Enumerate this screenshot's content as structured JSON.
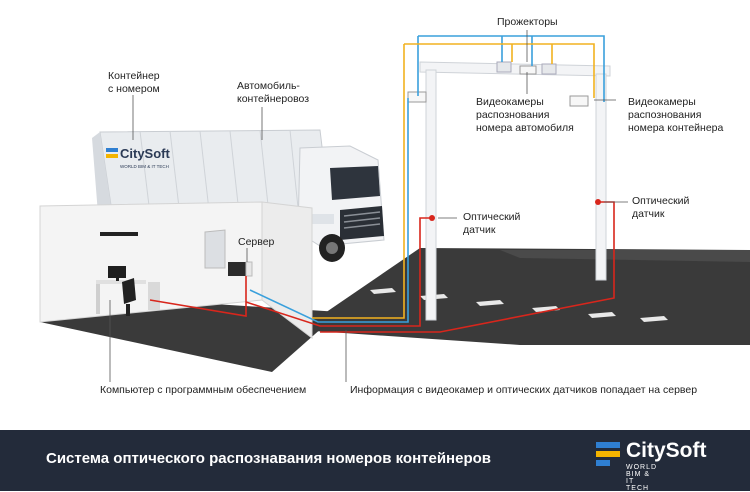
{
  "labels": {
    "container_1": "Контейнер",
    "container_2": "с номером",
    "truck_1": "Автомобиль-",
    "truck_2": "контейнеровоз",
    "projectors": "Прожекторы",
    "cam_car_1": "Видеокамеры",
    "cam_car_2": "распознования",
    "cam_car_3": "номера автомобиля",
    "cam_cont_1": "Видеокамеры",
    "cam_cont_2": "распознования",
    "cam_cont_3": "номера контейнера",
    "sensor_left_1": "Оптический",
    "sensor_left_2": "датчик",
    "sensor_right_1": "Оптический",
    "sensor_right_2": "датчик",
    "server": "Сервер",
    "computer": "Компьютер с программным обеспечением",
    "info": "Информация с видеокамер и оптических датчиков попадает на сервер"
  },
  "container_branding": {
    "name": "CitySoft",
    "tagline": "WORLD BIM & IT TECH"
  },
  "footer": {
    "title": "Система оптического распознавания номеров контейнеров",
    "logo_name": "CitySoft",
    "logo_tagline": "WORLD BIM & IT TECH"
  },
  "colors": {
    "footer_bg": "#232b3a",
    "wire_blue": "#3aa0dc",
    "wire_yellow": "#f2b220",
    "wire_red": "#d8261c",
    "road": "#3a3a3a",
    "logo_blue": "#2f7fd1",
    "logo_yellow": "#f4b400"
  }
}
